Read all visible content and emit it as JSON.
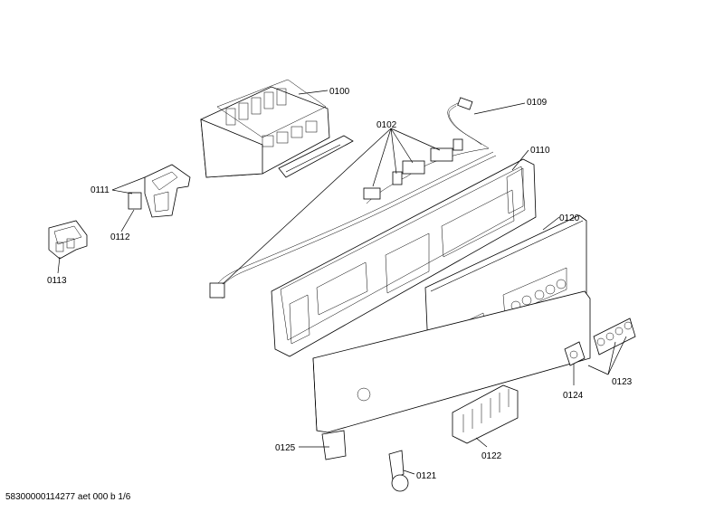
{
  "parts": [
    {
      "id": "p0100",
      "label": "0100"
    },
    {
      "id": "p0109",
      "label": "0109"
    },
    {
      "id": "p0102",
      "label": "0102"
    },
    {
      "id": "p0110",
      "label": "0110"
    },
    {
      "id": "p0111",
      "label": "0111"
    },
    {
      "id": "p0112",
      "label": "0112"
    },
    {
      "id": "p0113",
      "label": "0113"
    },
    {
      "id": "p0120",
      "label": "0120"
    },
    {
      "id": "p0123",
      "label": "0123"
    },
    {
      "id": "p0124",
      "label": "0124"
    },
    {
      "id": "p0122",
      "label": "0122"
    },
    {
      "id": "p0125",
      "label": "0125"
    },
    {
      "id": "p0121",
      "label": "0121"
    }
  ],
  "footer": "58300000114277 aet 000 b 1/6"
}
